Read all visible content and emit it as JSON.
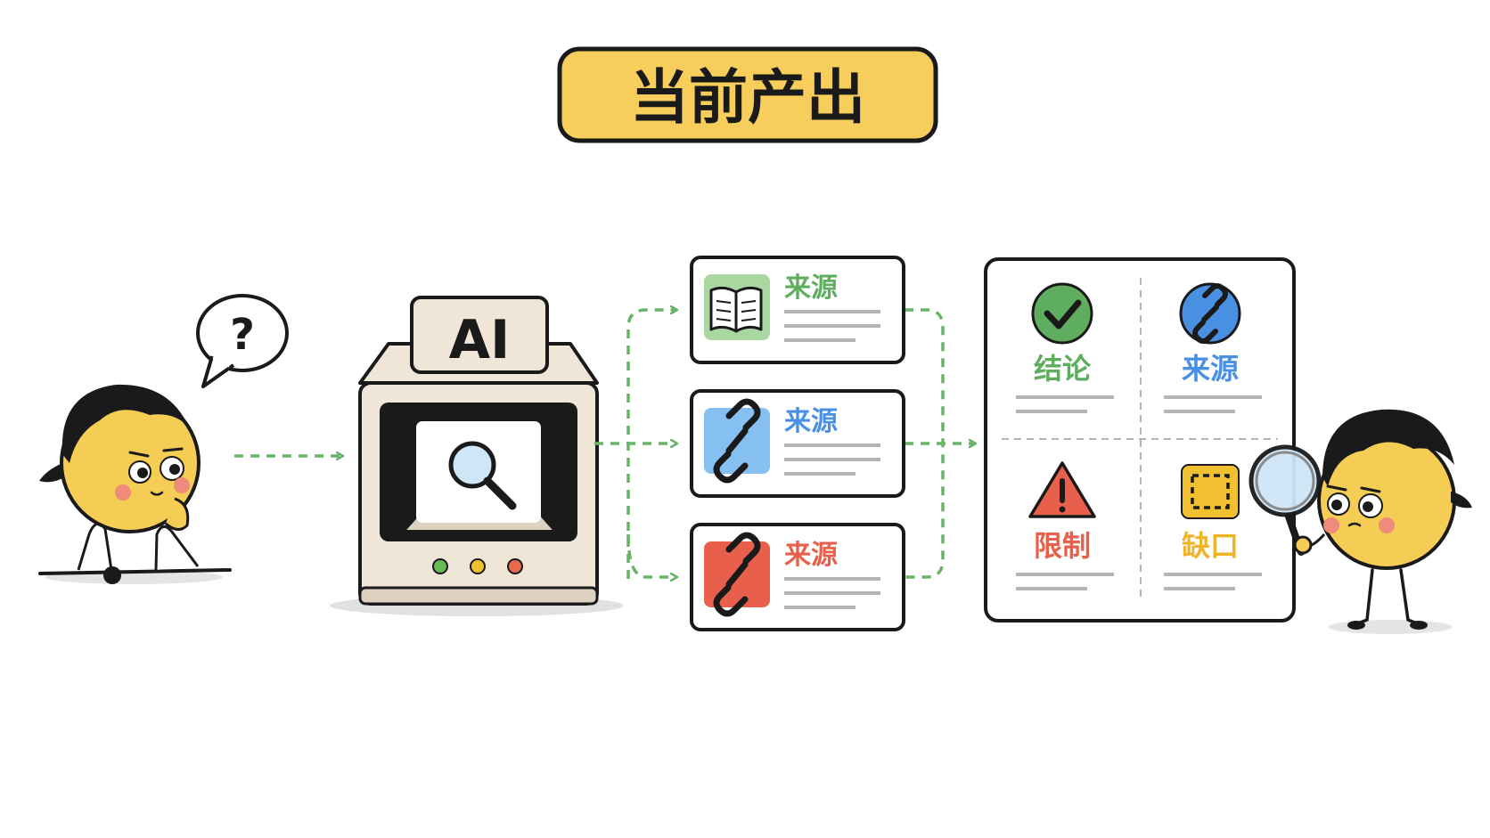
{
  "title": "当前产出",
  "machine": {
    "label": "AI"
  },
  "bubble": {
    "text": "?"
  },
  "colors": {
    "title_bg": "#f7cd5c",
    "outline": "#1a1a1a",
    "arrow": "#6ab46a",
    "green": "#5fae5f",
    "blue": "#4a90e2",
    "red": "#e8604c",
    "yellow": "#f0b429",
    "character": "#f5cd55",
    "machine_body": "#efe6d7"
  },
  "sources": [
    {
      "label": "来源",
      "icon": "book-icon",
      "color": "#5fae5f"
    },
    {
      "label": "来源",
      "icon": "link-icon",
      "color": "#4a90e2"
    },
    {
      "label": "来源",
      "icon": "link-icon",
      "color": "#e8604c"
    }
  ],
  "result": {
    "quadrants": [
      {
        "label": "结论",
        "icon": "checkmark-icon",
        "color": "#5fae5f"
      },
      {
        "label": "来源",
        "icon": "link-icon",
        "color": "#4a90e2"
      },
      {
        "label": "限制",
        "icon": "warning-icon",
        "color": "#e8604c"
      },
      {
        "label": "缺口",
        "icon": "dashed-square-icon",
        "color": "#f0b429"
      }
    ]
  }
}
